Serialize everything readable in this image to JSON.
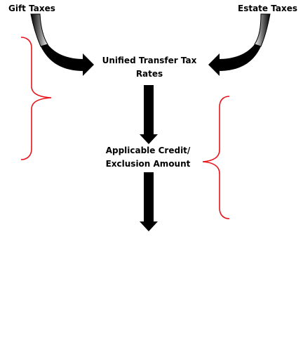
{
  "labels": {
    "gift_taxes": "Gift Taxes",
    "estate_taxes": "Estate Taxes",
    "unified_rates": [
      "Unified Transfer Tax",
      "Rates"
    ],
    "applicable_credit": [
      "Applicable Credit/",
      "Exclusion Amount"
    ]
  },
  "colors": {
    "arrow": "#000000",
    "brace": "#e8141b",
    "sweep_dark": "#000000",
    "sweep_light": "#e0e0e0"
  },
  "icons": {
    "curved_arrows": "curved-sweep-arrow",
    "down_arrows": "thick-down-arrow",
    "braces": "curly-brace"
  }
}
